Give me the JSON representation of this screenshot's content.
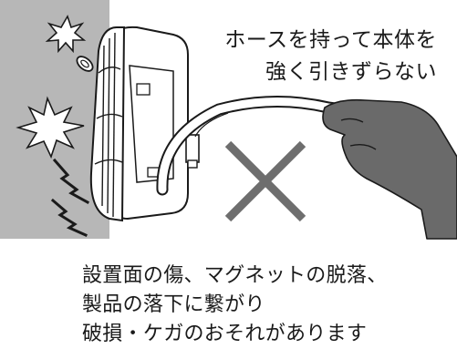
{
  "callout": {
    "line1": "ホースを持って本体を",
    "line2": "強く引きずらない"
  },
  "warning": {
    "line1": "設置面の傷、マグネットの脱落、",
    "line2": "製品の落下に繋がり",
    "line3": "破損・ケガのおそれがあります"
  },
  "colors": {
    "wall": "#b7b7b7",
    "outline": "#1a1a1a",
    "cross": "#6e6e6e",
    "glove": "#6a6a6a",
    "background": "#ffffff"
  },
  "icons": [
    "impact-burst-icon",
    "lightning-bolt-icon",
    "prohibited-cross-icon",
    "falling-magnet-icon",
    "gloved-hand-icon"
  ]
}
